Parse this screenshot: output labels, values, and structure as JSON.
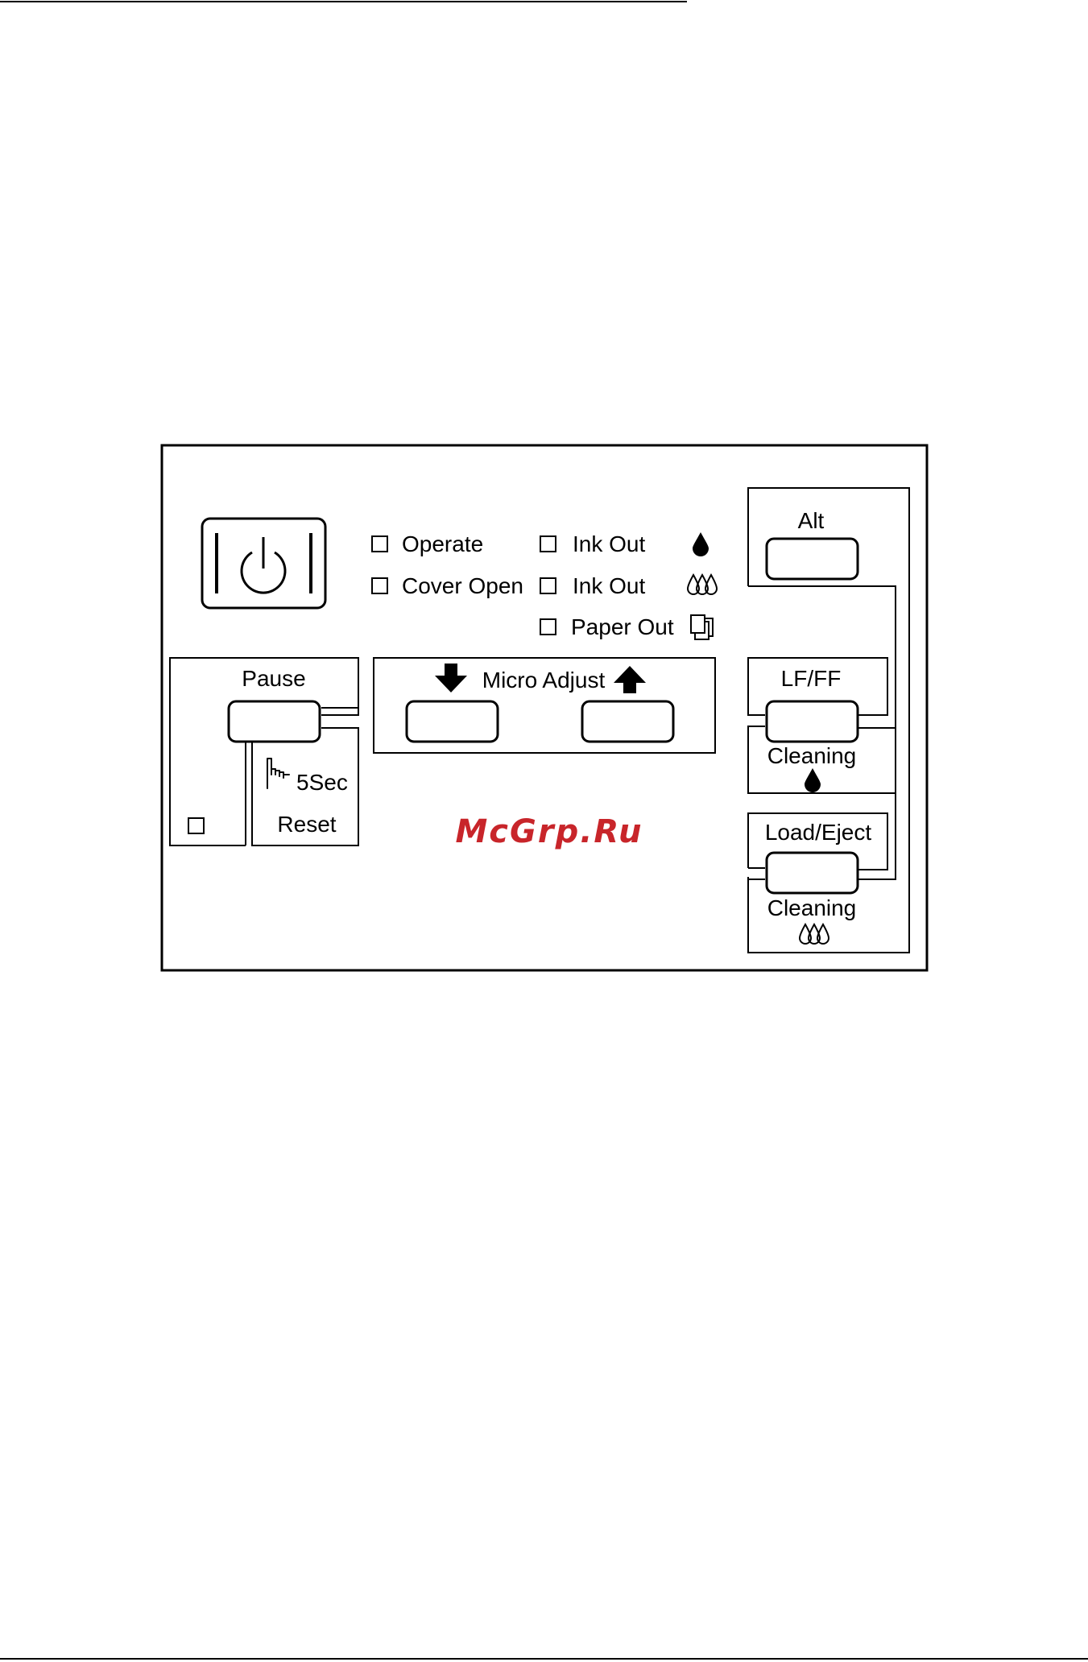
{
  "panel": {
    "indicators": {
      "operate": "Operate",
      "cover_open": "Cover Open",
      "ink_out_black": "Ink Out",
      "ink_out_color": "Ink Out",
      "paper_out": "Paper Out"
    },
    "buttons": {
      "pause": "Pause",
      "micro_adjust": "Micro Adjust",
      "alt": "Alt",
      "lf_ff": "LF/FF",
      "load_eject": "Load/Eject"
    },
    "reset": {
      "hold_time": "5Sec",
      "label": "Reset"
    },
    "cleaning_black": "Cleaning",
    "cleaning_color": "Cleaning",
    "icons": {
      "power": "power-icon",
      "black_ink": "ink-drop-icon",
      "color_ink": "color-ink-drops-icon",
      "paper": "paper-stack-icon",
      "hand": "pointing-hand-icon",
      "arrow_down": "arrow-down-icon",
      "arrow_up": "arrow-up-icon"
    }
  },
  "watermark": "McGrp.Ru",
  "colors": {
    "line": "#000000",
    "watermark": "#c8252a",
    "background": "#ffffff"
  }
}
